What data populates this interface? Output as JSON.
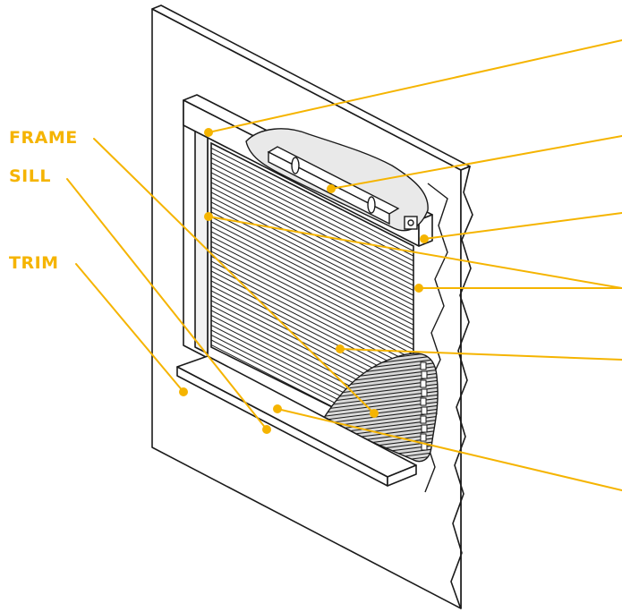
{
  "labels": {
    "frame": "FRAME",
    "sill": "SILL",
    "trim": "TRIM"
  },
  "colors": {
    "accent": "#F5B400",
    "stroke": "#1a1a1a",
    "background": "#ffffff"
  }
}
